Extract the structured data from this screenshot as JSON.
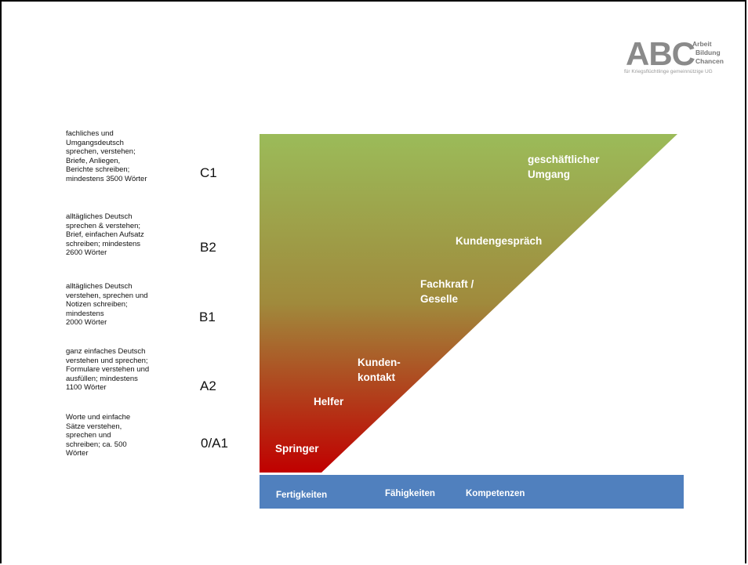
{
  "logo": {
    "abc": "ABC",
    "words": [
      "Arbeit",
      "Bildung",
      "Chancen"
    ],
    "tagline": "für Kriegsflüchtlinge gemeinnützige UG"
  },
  "levels": [
    {
      "code": "C1",
      "desc": "fachliches und\nUmgangsdeutsch\nsprechen, verstehen;\nBriefe, Anliegen,\nBerichte schreiben;\nmindestens 3500 Wörter"
    },
    {
      "code": "B2",
      "desc": "alltägliches Deutsch\nsprechen & verstehen;\nBrief, einfachen Aufsatz\nschreiben;  mindestens\n2600  Wörter"
    },
    {
      "code": "B1",
      "desc": "alltägliches Deutsch\nverstehen, sprechen und\nNotizen schreiben;\nmindestens\n2000 Wörter"
    },
    {
      "code": "A2",
      "desc": "ganz einfaches Deutsch\nverstehen und sprechen;\nFormulare verstehen und\nausfüllen;  mindestens\n1100 Wörter"
    },
    {
      "code": "0/A1",
      "desc": "Worte und einfache\nSätze  verstehen,\nsprechen und\nschreiben; ca. 500\nWörter"
    }
  ],
  "triangle_labels": [
    {
      "text": "geschäftlicher\nUmgang"
    },
    {
      "text": "Kundengespräch"
    },
    {
      "text": "Fachkraft /\nGeselle"
    },
    {
      "text": "Kunden-\nkontakt"
    },
    {
      "text": "Helfer"
    },
    {
      "text": "Springer"
    }
  ],
  "bar_labels": [
    "Fertigkeiten",
    "Fähigkeiten",
    "Kompetenzen"
  ],
  "colors": {
    "gradient_top": "#9bbb59",
    "gradient_mid": "#a08a3c",
    "gradient_bottom": "#c00000",
    "bar": "#5080be"
  }
}
